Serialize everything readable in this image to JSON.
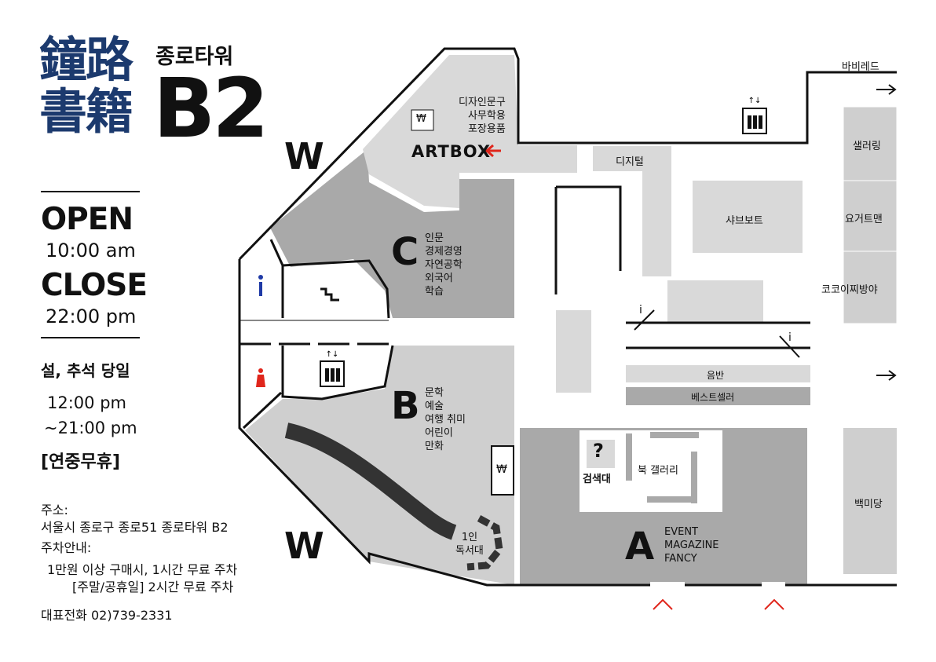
{
  "brand": {
    "hanja_line1": "鐘路",
    "hanja_line2": "書籍",
    "building": "종로타워",
    "floor": "B2"
  },
  "hours": {
    "open_label": "OPEN",
    "open_time": "10:00 am",
    "close_label": "CLOSE",
    "close_time": "22:00 pm",
    "holiday_label": "설, 추석 당일",
    "holiday_open": "12:00 pm",
    "holiday_close": "~21:00 pm",
    "holiday_note": "[연중무휴]"
  },
  "info": {
    "address_label": "주소:",
    "address": "서울시 종로구 종로51 종로타워 B2",
    "parking_label": "주차안내:",
    "parking_1": "1만원 이상 구매시, 1시간 무료 주차",
    "parking_2": "[주말/공휴일] 2시간 무료 주차",
    "phone": "대표전화 02)739-2331"
  },
  "map": {
    "washroom_mark": "W",
    "artbox_label": "ARTBOX",
    "artbox_items": [
      "디자인문구",
      "사무학용",
      "포장용품"
    ],
    "cashier_symbol": "₩",
    "section_c": {
      "letter": "C",
      "items": [
        "인문",
        "경제경영",
        "자연공학",
        "외국어",
        "학습"
      ]
    },
    "section_b": {
      "letter": "B",
      "items": [
        "문학",
        "예술",
        "여행 취미",
        "어린이",
        "만화"
      ]
    },
    "section_a": {
      "letter": "A",
      "items": [
        "EVENT",
        "MAGAZINE",
        "FANCY"
      ]
    },
    "reading_table": [
      "1인",
      "독서대"
    ],
    "search_symbol": "?",
    "search_label": "검색대",
    "gallery": "북 갤러리",
    "digital": "디지털",
    "shabu": "샤브보트",
    "music": "음반",
    "bestseller": "베스트셀러",
    "info_mark": "i",
    "stores": {
      "barbered": "바비레드",
      "salad": "샐러링",
      "yogurt": "요거트맨",
      "cococi": "코코이찌방야",
      "baekmi": "백미당"
    },
    "colors": {
      "dark_gray": "#a9a9a9",
      "light_gray": "#d9d9d9",
      "arrow_red": "#e0261c",
      "info_blue": "#1f3aa6"
    }
  }
}
